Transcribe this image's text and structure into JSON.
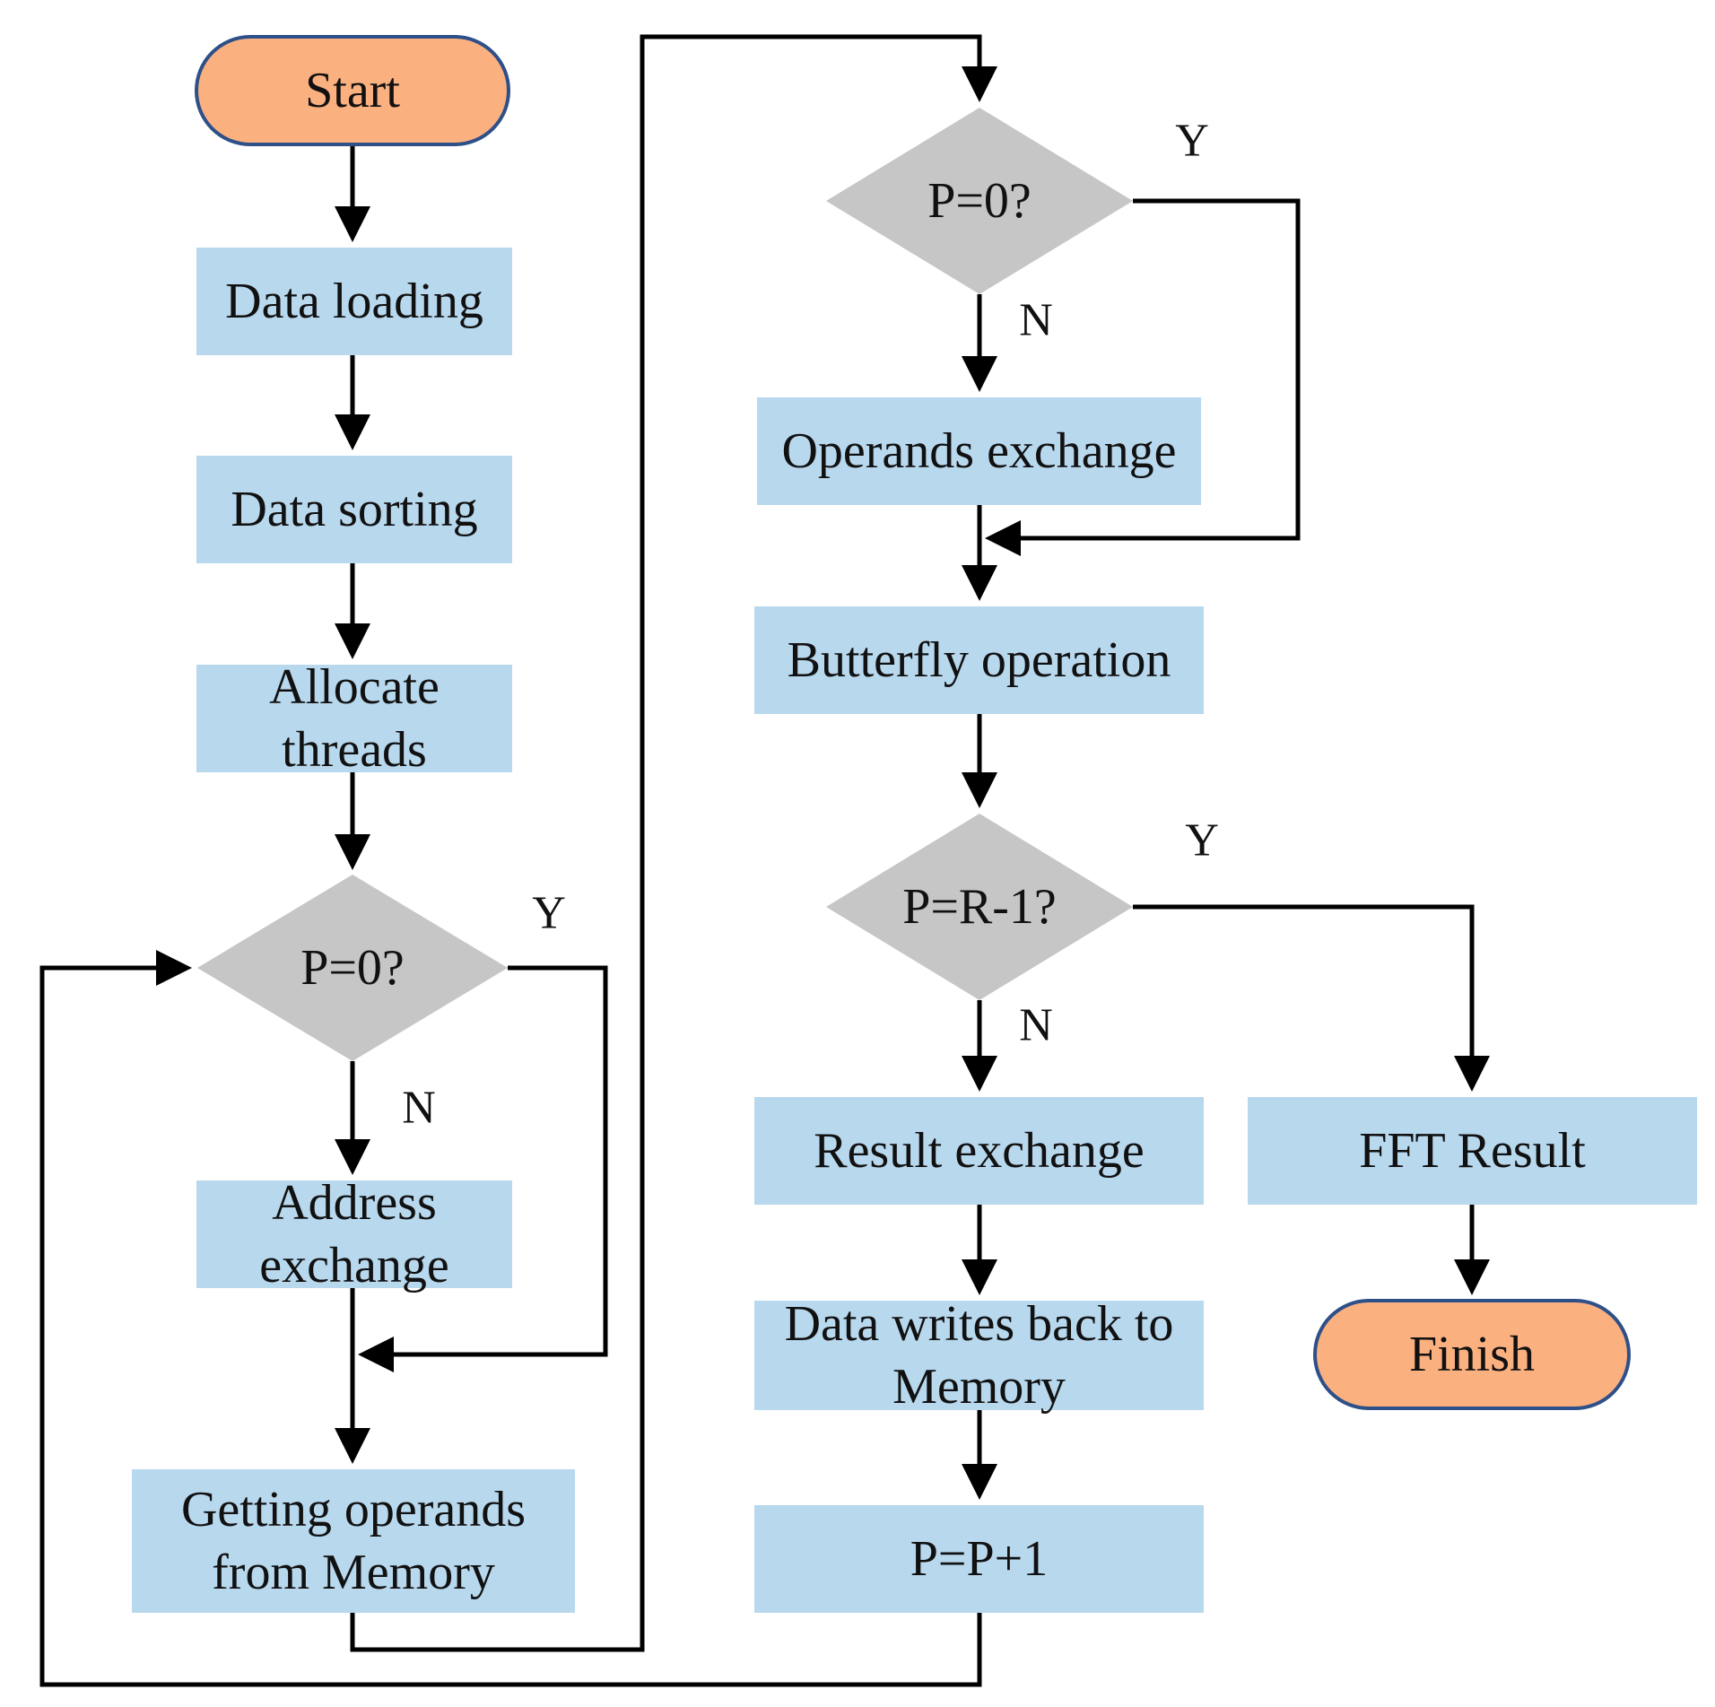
{
  "nodes": {
    "start": [
      "Start"
    ],
    "data_loading": [
      "Data loading"
    ],
    "data_sorting": [
      "Data sorting"
    ],
    "allocate_threads": [
      "Allocate",
      "threads"
    ],
    "decision_p0_left": [
      "P=0?"
    ],
    "address_exchange": [
      "Address",
      "exchange"
    ],
    "getting_operands": [
      "Getting operands",
      "from Memory"
    ],
    "decision_p0_right": [
      "P=0?"
    ],
    "operands_exchange": [
      "Operands exchange"
    ],
    "butterfly_operation": [
      "Butterfly operation"
    ],
    "decision_pr1": [
      "P=R-1?"
    ],
    "result_exchange": [
      "Result exchange"
    ],
    "data_writes_back": [
      "Data writes back to",
      "Memory"
    ],
    "p_increment": [
      "P=P+1"
    ],
    "fft_result": [
      "FFT Result"
    ],
    "finish": [
      "Finish"
    ]
  },
  "branch_labels": {
    "left_y": "Y",
    "left_n": "N",
    "right_y": "Y",
    "right_n": "N",
    "pr1_y": "Y",
    "pr1_n": "N"
  },
  "colors": {
    "process_fill": "#b8d8ee",
    "decision_fill": "#c6c6c6",
    "terminal_fill": "#fbb080",
    "terminal_stroke": "#2e5088",
    "edge": "#000000"
  }
}
